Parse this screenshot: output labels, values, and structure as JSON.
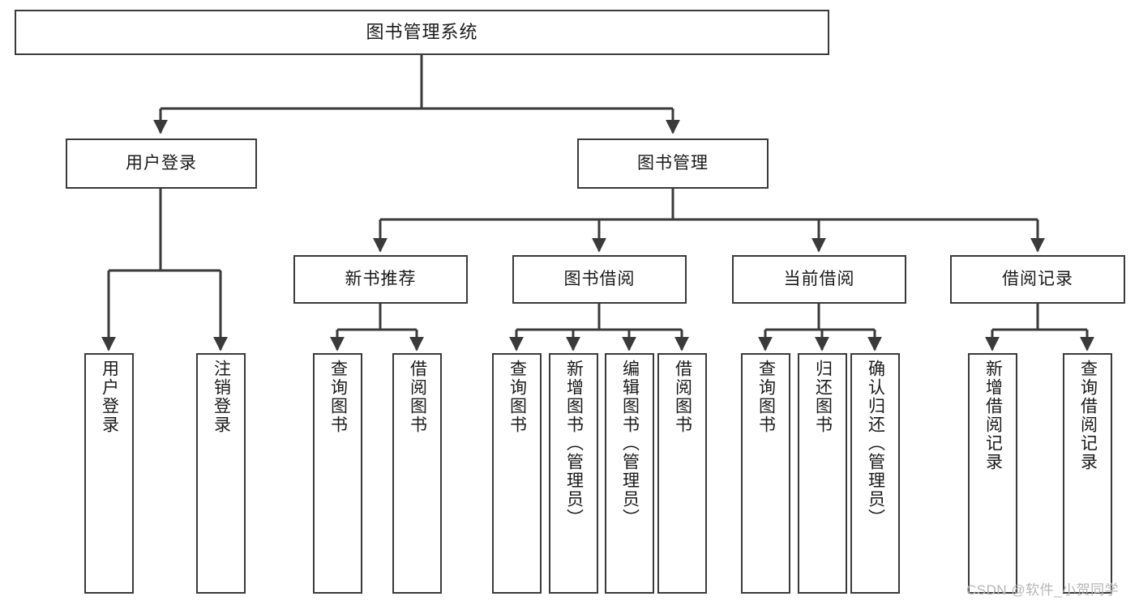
{
  "diagram": {
    "type": "tree",
    "title": "图书管理系统",
    "root": {
      "label": "图书管理系统"
    },
    "level2": [
      {
        "label": "用户登录"
      },
      {
        "label": "图书管理"
      }
    ],
    "level3": [
      {
        "label": "新书推荐"
      },
      {
        "label": "图书借阅"
      },
      {
        "label": "当前借阅"
      },
      {
        "label": "借阅记录"
      }
    ],
    "leaves": {
      "user_login": [
        {
          "label": "用户登录"
        },
        {
          "label": "注销登录"
        }
      ],
      "new_book_recommend": [
        {
          "label": "查询图书"
        },
        {
          "label": "借阅图书"
        }
      ],
      "book_borrow": [
        {
          "label": "查询图书"
        },
        {
          "label": "新增图书（管理员）"
        },
        {
          "label": "编辑图书（管理员）"
        },
        {
          "label": "借阅图书"
        }
      ],
      "current_borrow": [
        {
          "label": "查询图书"
        },
        {
          "label": "归还图书"
        },
        {
          "label": "确认归还（管理员）"
        }
      ],
      "borrow_record": [
        {
          "label": "新增借阅记录"
        },
        {
          "label": "查询借阅记录"
        }
      ]
    }
  },
  "watermark": {
    "text": "CSDN @软件_小贺同学"
  },
  "colors": {
    "border": "#3a3a3a",
    "background": "#ffffff",
    "text": "#1a1a1a",
    "watermark": "#b6b6b6"
  }
}
